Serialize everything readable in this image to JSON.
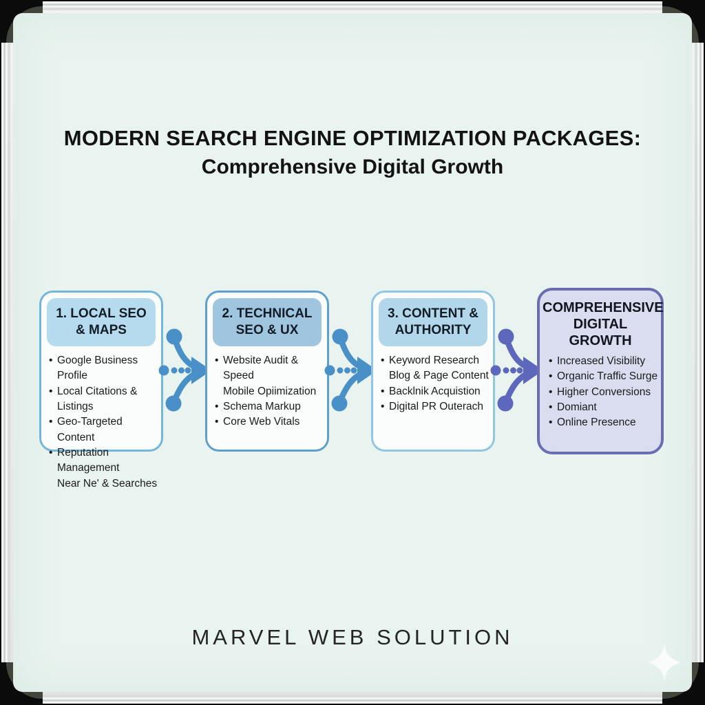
{
  "title": {
    "line1": "MODERN SEARCH ENGINE OPTIMIZATION PACKAGES:",
    "line2": "Comprehensive Digital Growth"
  },
  "flow": {
    "boxes": [
      {
        "header": [
          "1. LOCAL SEO",
          "& MAPS"
        ],
        "border_color": "#74b5da",
        "header_fill": "#b6dbee",
        "items": [
          {
            "bullet": true,
            "text": "Google Business Profile"
          },
          {
            "bullet": true,
            "text": "Local Citations & Listings"
          },
          {
            "bullet": true,
            "text": "Geo-Targeted Content"
          },
          {
            "bullet": true,
            "text": "Reputation Management"
          },
          {
            "bullet": false,
            "text": "Near Ne' & Searches"
          }
        ]
      },
      {
        "header": [
          "2. TECHNICAL",
          "SEO & UX"
        ],
        "border_color": "#5f9fce",
        "header_fill": "#9fc5df",
        "items": [
          {
            "bullet": true,
            "text": "Website Audit & Speed"
          },
          {
            "bullet": false,
            "text": "Mobile Opiimization"
          },
          {
            "bullet": true,
            "text": "Schema Markup"
          },
          {
            "bullet": true,
            "text": "Core Web Vitals"
          }
        ]
      },
      {
        "header": [
          "3. CONTENT &",
          "AUTHORITY"
        ],
        "border_color": "#90c6e1",
        "header_fill": "#b2d7ea",
        "items": [
          {
            "bullet": true,
            "text": "Keyword Research"
          },
          {
            "bullet": false,
            "text": "Blog & Page Content"
          },
          {
            "bullet": true,
            "text": "Backlnik Acquistion"
          },
          {
            "bullet": true,
            "text": "Digital PR Outerach"
          }
        ]
      },
      {
        "header": [
          "COMPREHENSIVE",
          "DIGITAL",
          "GROWTH"
        ],
        "border_color": "#6a6db0",
        "box_fill": "#dadcf0",
        "items": [
          {
            "bullet": true,
            "text": "Increased Visibility"
          },
          {
            "bullet": true,
            "text": "Organic Traffic Surge"
          },
          {
            "bullet": true,
            "text": "Higher Conversions"
          },
          {
            "bullet": true,
            "text": "Domiant"
          },
          {
            "bullet": true,
            "text": "Online Presence"
          }
        ]
      }
    ],
    "arrows": [
      {
        "icon": "converging-dotted-arrow-icon",
        "color": "#4a90c8"
      },
      {
        "icon": "converging-dotted-arrow-icon",
        "color": "#4a90c8"
      },
      {
        "icon": "converging-dotted-arrow-icon",
        "color": "#5d68bd"
      }
    ]
  },
  "footer": {
    "brand": "MARVEL WEB SOLUTION"
  },
  "icons": {
    "sparkle": "sparkle-icon"
  },
  "colors": {
    "board_surface": "#e9f3ef",
    "frame_silver": "#e0e3e1",
    "corner_dark": "#41453e",
    "title_text": "#131313",
    "arrow_blue": "#4a90c8",
    "arrow_purple": "#5d68bd"
  }
}
